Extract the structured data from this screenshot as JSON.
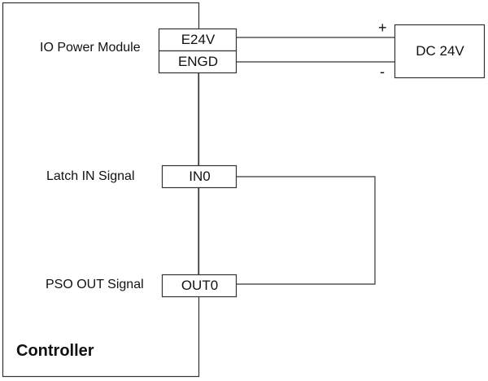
{
  "controller": {
    "title": "Controller"
  },
  "power": {
    "module_label": "IO Power Module",
    "terminal_positive": "E24V",
    "terminal_ground": "ENGD",
    "supply_label": "DC 24V",
    "plus_sign": "+",
    "minus_sign": "-"
  },
  "signals": {
    "latch_label": "Latch IN Signal",
    "latch_terminal": "IN0",
    "pso_label": "PSO OUT Signal",
    "pso_terminal": "OUT0"
  },
  "colors": {
    "stroke": "#333333",
    "text": "#111111",
    "background": "#ffffff"
  }
}
